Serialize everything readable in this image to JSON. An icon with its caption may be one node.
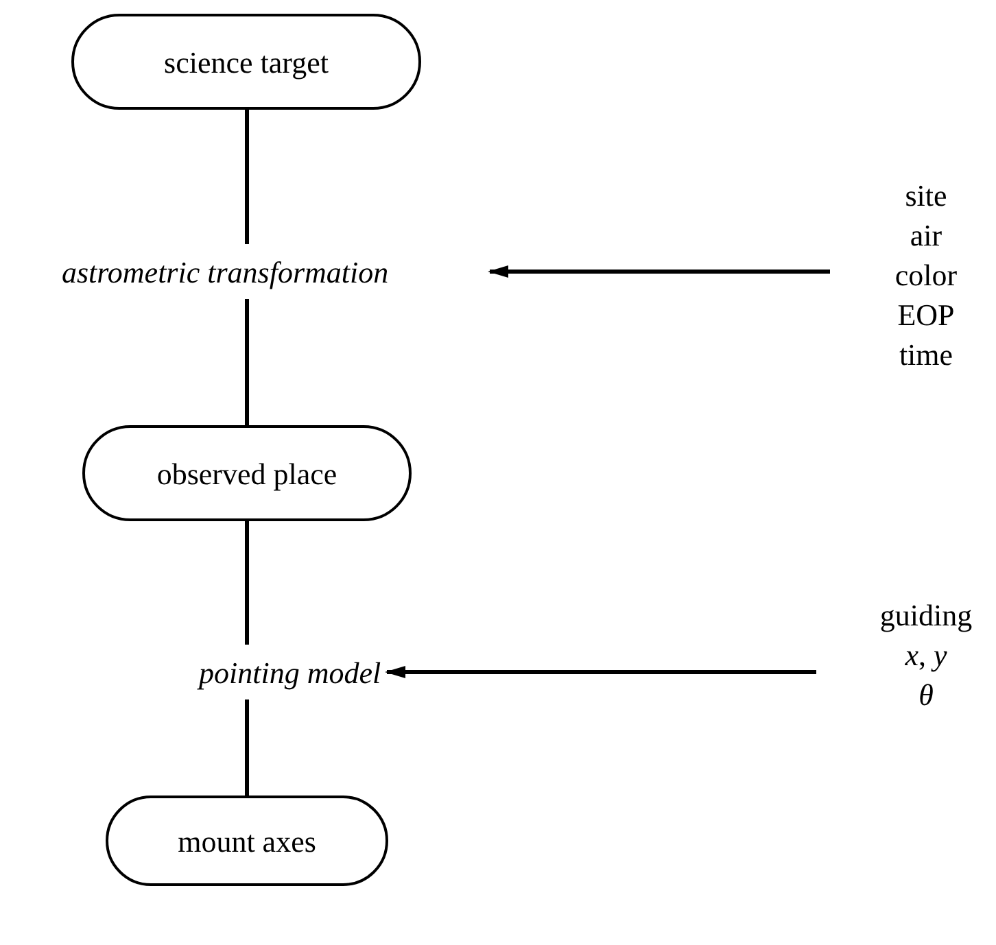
{
  "diagram": {
    "nodes": [
      {
        "text": [
          "science target"
        ]
      },
      {
        "text": [
          "astrometric transformation"
        ]
      },
      {
        "text": [
          "observed place"
        ]
      },
      {
        "text": [
          "pointing model"
        ]
      },
      {
        "text": [
          "mount axes"
        ]
      },
      {
        "text": [
          "site",
          "air",
          "color",
          "EOP",
          "time"
        ]
      },
      {
        "text": [
          "guiding",
          "*x*, *y*",
          "*θ*"
        ]
      }
    ],
    "edges": [
      {
        "from": 0,
        "to": 1,
        "arrow": "none"
      },
      {
        "from": 1,
        "to": 2,
        "arrow": "none"
      },
      {
        "from": 2,
        "to": 3,
        "arrow": "none"
      },
      {
        "from": 3,
        "to": 4,
        "arrow": "none"
      },
      {
        "from": 5,
        "to": 1,
        "arrow": "to"
      },
      {
        "from": 6,
        "to": 3,
        "arrow": "to"
      }
    ]
  }
}
